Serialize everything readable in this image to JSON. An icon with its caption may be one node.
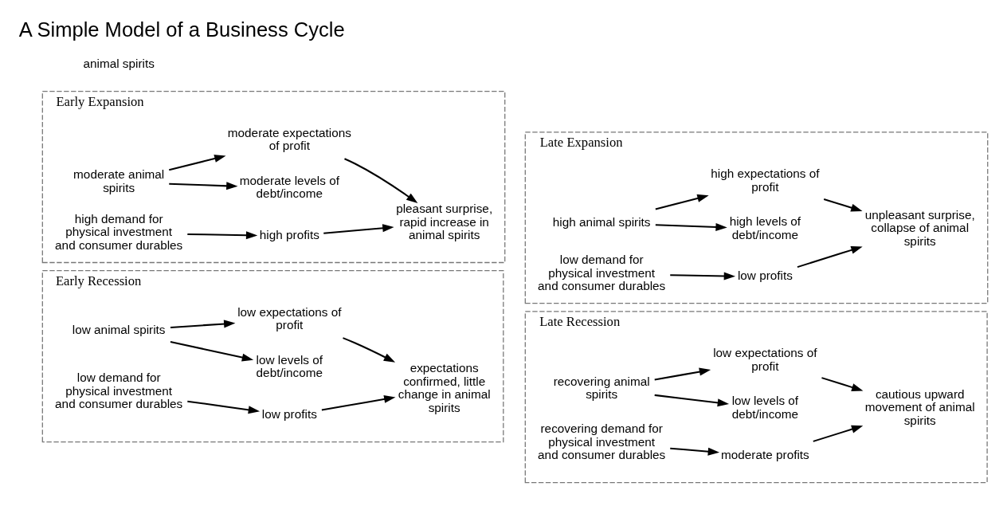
{
  "diagram": {
    "title": "A Simple Model of a Business Cycle",
    "nodes": [
      {
        "text": [
          "Early Recession"
        ]
      },
      {
        "text": [
          "low animal spirits"
        ],
        "in": 0
      },
      {
        "text": [
          "low expectations of profit"
        ],
        "in": 0
      },
      {
        "text": [
          "low levels of debt/income"
        ],
        "in": 0
      },
      {
        "text": [
          "low demand for physical investment and consumer durables"
        ],
        "in": 0
      },
      {
        "text": [
          "low profits"
        ],
        "in": 0
      },
      {
        "text": [
          "expectations confirmed, little change in animal spirits"
        ],
        "in": 0
      },
      {
        "text": [
          "Late Recession"
        ]
      },
      {
        "text": [
          "recovering animal spirits"
        ],
        "in": 7
      },
      {
        "text": [
          "low expectations of profit"
        ],
        "in": 7
      },
      {
        "text": [
          "low levels of debt/income"
        ],
        "in": 7
      },
      {
        "text": [
          "recovering demand for physical investment and consumer durables"
        ],
        "in": 7
      },
      {
        "text": [
          "moderate profits"
        ],
        "in": 7
      },
      {
        "text": [
          "cautious upward movement of animal spirits"
        ],
        "in": 7
      },
      {
        "text": [
          "Early Expansion"
        ]
      },
      {
        "text": [
          "moderate animal spirits"
        ],
        "in": 14
      },
      {
        "text": [
          "moderate expectations of profit"
        ],
        "in": 14
      },
      {
        "text": [
          "moderate levels of debt/income"
        ],
        "in": 14
      },
      {
        "text": [
          "high demand for physical investment and consumer durables"
        ],
        "in": 14
      },
      {
        "text": [
          "high profits"
        ],
        "in": 14
      },
      {
        "text": [
          "pleasant surprise, rapid increase in animal spirits"
        ],
        "in": 14
      },
      {
        "text": [
          "Late Expansion"
        ]
      },
      {
        "text": [
          "high animal spirits"
        ],
        "in": 21
      },
      {
        "text": [
          "high expectations of profit"
        ],
        "in": 21
      },
      {
        "text": [
          "high levels of debt/income"
        ],
        "in": 21
      },
      {
        "text": [
          "low demand for physical investment and consumer durables"
        ],
        "in": 21
      },
      {
        "text": [
          "low profits"
        ],
        "in": 21
      },
      {
        "text": [
          "unpleasant surprise, collapse of animal spirits"
        ],
        "in": 21
      }
    ],
    "edges": [
      {
        "from": 1,
        "to": 2,
        "arrow": "to"
      },
      {
        "from": 1,
        "to": 3,
        "arrow": "to"
      },
      {
        "from": 4,
        "to": 5,
        "arrow": "to"
      },
      {
        "from": 2,
        "to": 6,
        "arrow": "to"
      },
      {
        "from": 5,
        "to": 6,
        "arrow": "to"
      },
      {
        "from": 8,
        "to": 9,
        "arrow": "to"
      },
      {
        "from": 8,
        "to": 10,
        "arrow": "to"
      },
      {
        "from": 11,
        "to": 12,
        "arrow": "to"
      },
      {
        "from": 9,
        "to": 13,
        "arrow": "to"
      },
      {
        "from": 12,
        "to": 13,
        "arrow": "to"
      },
      {
        "from": 15,
        "to": 16,
        "arrow": "to"
      },
      {
        "from": 15,
        "to": 17,
        "arrow": "to"
      },
      {
        "from": 18,
        "to": 19,
        "arrow": "to"
      },
      {
        "from": 16,
        "to": 20,
        "arrow": "to"
      },
      {
        "from": 19,
        "to": 20,
        "arrow": "to"
      },
      {
        "from": 22,
        "to": 23,
        "arrow": "to"
      },
      {
        "from": 22,
        "to": 24,
        "arrow": "to"
      },
      {
        "from": 25,
        "to": 26,
        "arrow": "to"
      },
      {
        "from": 23,
        "to": 27,
        "arrow": "to"
      },
      {
        "from": 26,
        "to": 27,
        "arrow": "to"
      }
    ],
    "labels": [
      "animal spirits"
    ]
  }
}
